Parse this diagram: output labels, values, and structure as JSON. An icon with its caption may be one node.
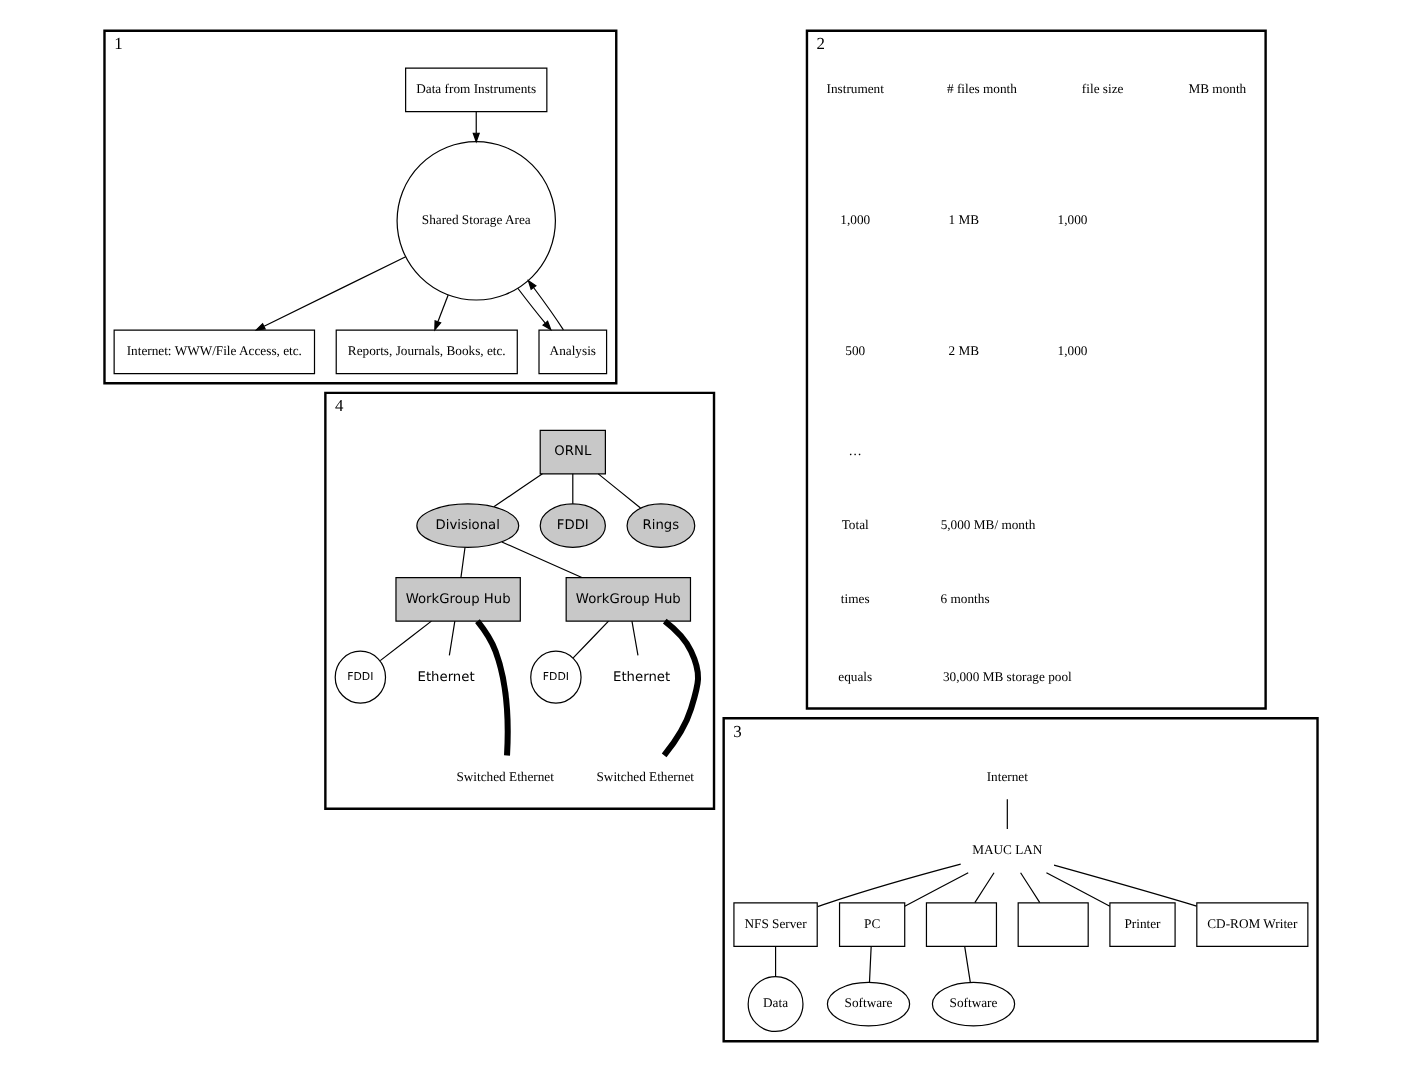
{
  "diagram": {
    "nodes": [
      {
        "text": [
          "1"
        ]
      },
      {
        "text": [
          "Data from Instruments"
        ],
        "in": 0
      },
      {
        "text": [
          "Shared Storage Area"
        ],
        "in": 0
      },
      {
        "text": [
          "Internet: WWW/File Access, etc."
        ],
        "in": 0
      },
      {
        "text": [
          "Reports, Journals, Books, etc."
        ],
        "in": 0
      },
      {
        "text": [
          "Analysis"
        ],
        "in": 0
      },
      {
        "text": [
          "2"
        ]
      },
      {
        "text": [
          "4"
        ]
      },
      {
        "text": [
          "ORNL"
        ],
        "in": 7
      },
      {
        "text": [
          "Divisional"
        ],
        "in": 7
      },
      {
        "text": [
          "FDDI"
        ],
        "in": 7
      },
      {
        "text": [
          "Rings"
        ],
        "in": 7
      },
      {
        "text": [
          "WorkGroup Hub"
        ],
        "in": 7
      },
      {
        "text": [
          "WorkGroup Hub"
        ],
        "in": 7
      },
      {
        "text": [
          "FDDI"
        ],
        "in": 7
      },
      {
        "text": [
          "Ethernet"
        ],
        "in": 7
      },
      {
        "text": [
          "FDDI"
        ],
        "in": 7
      },
      {
        "text": [
          "Ethernet"
        ],
        "in": 7
      },
      {
        "text": [
          "Switched Ethernet"
        ],
        "in": 7
      },
      {
        "text": [
          "Switched Ethernet"
        ],
        "in": 7
      },
      {
        "text": [
          "3"
        ]
      },
      {
        "text": [
          "Internet"
        ],
        "in": 20
      },
      {
        "text": [
          "MAUC LAN"
        ],
        "in": 20
      },
      {
        "text": [
          "NFS Server"
        ],
        "in": 20
      },
      {
        "text": [
          "PC"
        ],
        "in": 20
      },
      {
        "text": [],
        "shape": "box",
        "in": 20
      },
      {
        "text": [
          "Data"
        ],
        "in": 20
      },
      {
        "text": [
          "Software"
        ],
        "in": 20
      },
      {
        "text": [
          "Software"
        ],
        "in": 20
      },
      {
        "text": [],
        "shape": "box",
        "in": 20
      },
      {
        "text": [
          "Printer"
        ],
        "in": 20
      },
      {
        "text": [
          "CD-ROM Writer"
        ],
        "in": 20
      }
    ],
    "edges": [
      {
        "from": 1,
        "to": 2,
        "arrow": "to"
      },
      {
        "from": 2,
        "to": 3,
        "arrow": "to"
      },
      {
        "from": 2,
        "to": 4,
        "arrow": "to"
      },
      {
        "from": 2,
        "to": 5,
        "arrow": "to"
      },
      {
        "from": 5,
        "to": 2,
        "arrow": "to"
      },
      {
        "from": 8,
        "to": 9,
        "arrow": "none"
      },
      {
        "from": 8,
        "to": 10,
        "arrow": "none"
      },
      {
        "from": 8,
        "to": 11,
        "arrow": "none"
      },
      {
        "from": 9,
        "to": 12,
        "arrow": "none"
      },
      {
        "from": 9,
        "to": 13,
        "arrow": "none"
      },
      {
        "from": 12,
        "to": 14,
        "arrow": "none"
      },
      {
        "from": 12,
        "to": 15,
        "arrow": "none"
      },
      {
        "from": 12,
        "to": 18,
        "arrow": "none",
        "style": "thick"
      },
      {
        "from": 13,
        "to": 16,
        "arrow": "none"
      },
      {
        "from": 13,
        "to": 17,
        "arrow": "none"
      },
      {
        "from": 13,
        "to": 19,
        "arrow": "none",
        "style": "thick"
      },
      {
        "from": 21,
        "to": 22,
        "arrow": "none"
      },
      {
        "from": 22,
        "to": 23,
        "arrow": "none"
      },
      {
        "from": 22,
        "to": 29,
        "arrow": "none"
      },
      {
        "from": 22,
        "to": 24,
        "arrow": "none"
      },
      {
        "from": 22,
        "to": 30,
        "arrow": "none"
      },
      {
        "from": 22,
        "to": 25,
        "arrow": "none"
      },
      {
        "from": 22,
        "to": 31,
        "arrow": "none"
      },
      {
        "from": 23,
        "to": 26,
        "arrow": "none"
      },
      {
        "from": 24,
        "to": 27,
        "arrow": "none"
      },
      {
        "from": 25,
        "to": 28,
        "arrow": "none"
      }
    ],
    "labels": [
      "Instrument",
      "# files month",
      "file size",
      "MB month",
      "1,000",
      "1 MB",
      "1,000",
      "500",
      "2 MB",
      "1,000",
      "…",
      "Total",
      "5,000 MB/ month",
      "times",
      "6 months",
      "equals",
      "30,000 MB storage pool"
    ]
  }
}
